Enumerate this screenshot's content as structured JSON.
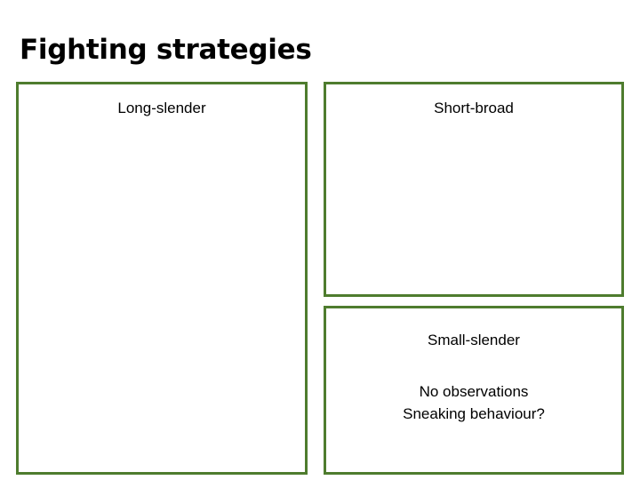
{
  "slide": {
    "title": "Fighting strategies",
    "accent_color": "#4E7C2E",
    "background_color": "#FFFFFF",
    "text_color": "#000000",
    "panels": [
      {
        "name": "long-slender",
        "label": "Long-slender",
        "body_lines": []
      },
      {
        "name": "short-broad",
        "label": "Short-broad",
        "body_lines": []
      },
      {
        "name": "small-slender",
        "label": "Small-slender",
        "body_lines": [
          "No observations",
          "Sneaking behaviour?"
        ]
      }
    ]
  }
}
